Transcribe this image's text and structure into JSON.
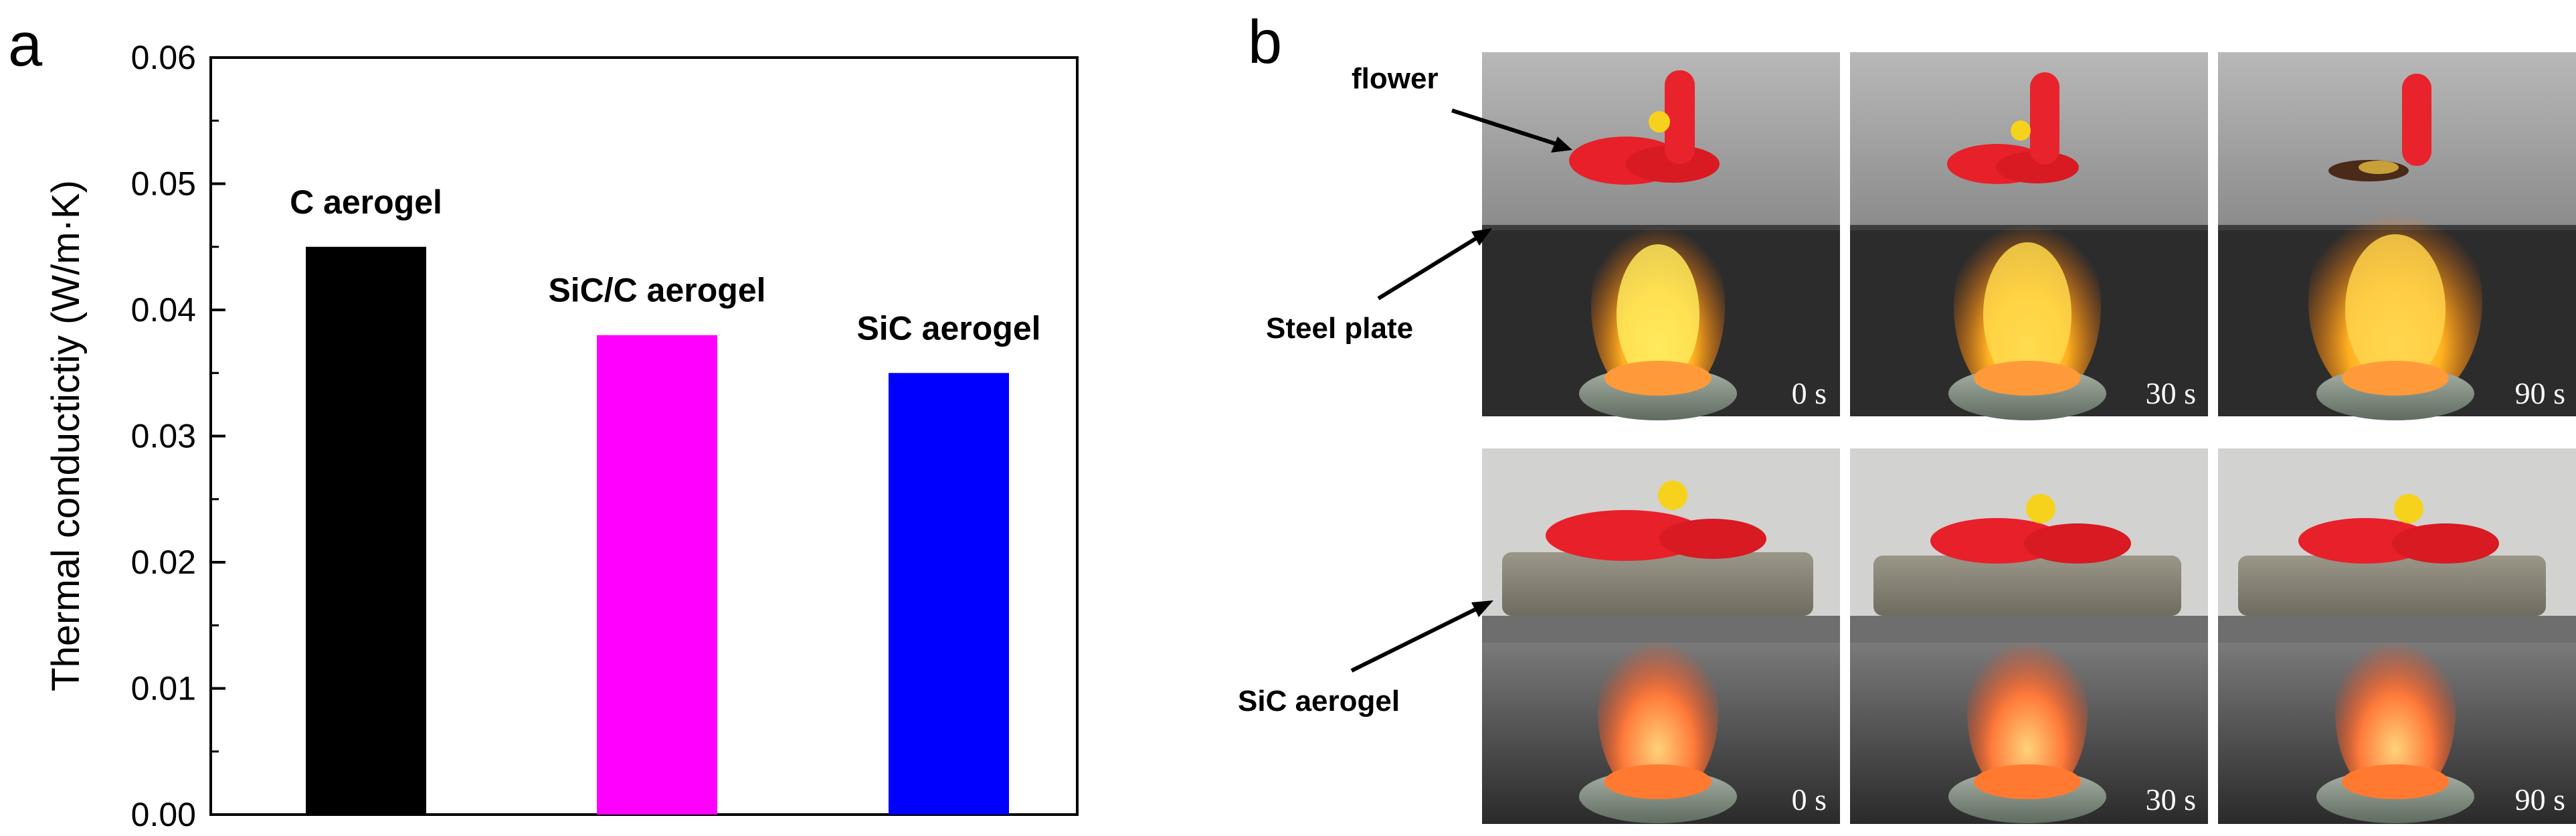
{
  "panels": {
    "a": "a",
    "b": "b"
  },
  "chart_data": {
    "type": "bar",
    "categories": [
      "C aerogel",
      "SiC/C aerogel",
      "SiC aerogel"
    ],
    "values": [
      0.045,
      0.038,
      0.035
    ],
    "colors": [
      "#000000",
      "#ff00ff",
      "#0000ff"
    ],
    "title": "",
    "xlabel": "",
    "ylabel": "Thermal conductictiy (W/m·K)",
    "ylim": [
      0,
      0.06
    ],
    "yticks": [
      "0.00",
      "0.01",
      "0.02",
      "0.03",
      "0.04",
      "0.05",
      "0.06"
    ],
    "grid": false
  },
  "photo_panel": {
    "annotations": {
      "flower": "flower",
      "steel_plate": "Steel plate",
      "sic_aerogel": "SiC aerogel"
    },
    "times": [
      "0 s",
      "30 s",
      "90 s"
    ],
    "rows": [
      "steel plate",
      "SiC aerogel"
    ]
  }
}
